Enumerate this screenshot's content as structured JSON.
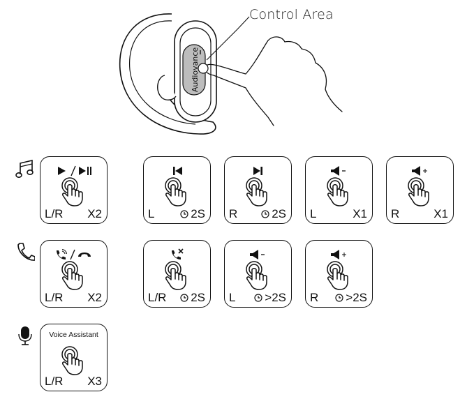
{
  "callout": "Control Area",
  "brand": "Audiovance",
  "rows": [
    {
      "icon": "music-icon",
      "cards": [
        {
          "id": "play-pause",
          "symbol": "play-pause",
          "glyph": "▶/▶‖",
          "side": "L/R",
          "action": "X2",
          "clock": false
        },
        {
          "id": "previous-track",
          "symbol": "previous",
          "side": "L",
          "action": "2S",
          "clock": true
        },
        {
          "id": "next-track",
          "symbol": "next",
          "side": "R",
          "action": "2S",
          "clock": true
        },
        {
          "id": "volume-down",
          "symbol": "volume-down",
          "side": "L",
          "action": "X1",
          "clock": false
        },
        {
          "id": "volume-up",
          "symbol": "volume-up",
          "side": "R",
          "action": "X1",
          "clock": false
        }
      ]
    },
    {
      "icon": "phone-icon",
      "cards": [
        {
          "id": "answer-end-call",
          "symbol": "answer-end",
          "side": "L/R",
          "action": "X2",
          "clock": false
        },
        {
          "id": "reject-call",
          "symbol": "reject",
          "side": "L/R",
          "action": "2S",
          "clock": true
        },
        {
          "id": "call-volume-down",
          "symbol": "volume-down",
          "side": "L",
          "action": ">2S",
          "clock": true
        },
        {
          "id": "call-volume-up",
          "symbol": "volume-up",
          "side": "R",
          "action": ">2S",
          "clock": true
        }
      ]
    },
    {
      "icon": "microphone-icon",
      "cards": [
        {
          "id": "voice-assistant",
          "symbol": "none",
          "title": "Voice Assistant",
          "side": "L/R",
          "action": "X3",
          "clock": false
        }
      ]
    }
  ]
}
